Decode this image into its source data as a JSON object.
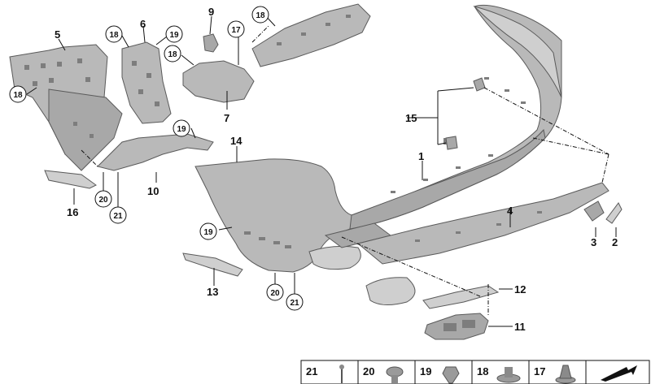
{
  "callouts": {
    "c1": "1",
    "c2": "2",
    "c3": "3",
    "c4": "4",
    "c5": "5",
    "c6": "6",
    "c7": "7",
    "c9": "9",
    "c10": "10",
    "c11": "11",
    "c12": "12",
    "c13": "13",
    "c14": "14",
    "c15": "15",
    "c16": "16",
    "r17": "17",
    "r18a": "18",
    "r18b": "18",
    "r18c": "18",
    "r18d": "18",
    "r19a": "19",
    "r19b": "19",
    "r19c": "19",
    "r20a": "20",
    "r20b": "20",
    "r21a": "21",
    "r21b": "21"
  },
  "fastener_table": {
    "cells": [
      "21",
      "20",
      "19",
      "18",
      "17"
    ]
  }
}
